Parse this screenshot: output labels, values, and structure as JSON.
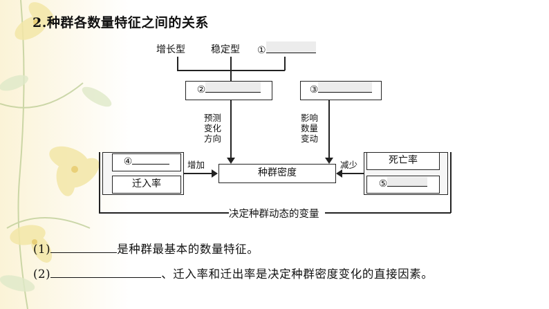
{
  "title": {
    "number": "2.",
    "text": "种群各数量特征之间的关系"
  },
  "diagram": {
    "top_types": {
      "increase": "增长型",
      "stable": "稳定型",
      "blank1_marker": "①"
    },
    "box2_marker": "②",
    "box3_marker": "③",
    "label_predict": "预测\n变化\n方向",
    "label_affect": "影响\n数量\n变动",
    "box4_marker": "④",
    "immigration": "迁入率",
    "increase_label": "增加",
    "center": "种群密度",
    "decrease_label": "减少",
    "death_rate": "死亡率",
    "box5_marker": "⑤",
    "bottom_label": "决定种群动态的变量"
  },
  "questions": [
    {
      "number": "(1)",
      "text": "是种群最基本的数量特征。"
    },
    {
      "number": "(2)",
      "text": "、迁入率和迁出率是决定种群密度变化的直接因素。"
    }
  ]
}
